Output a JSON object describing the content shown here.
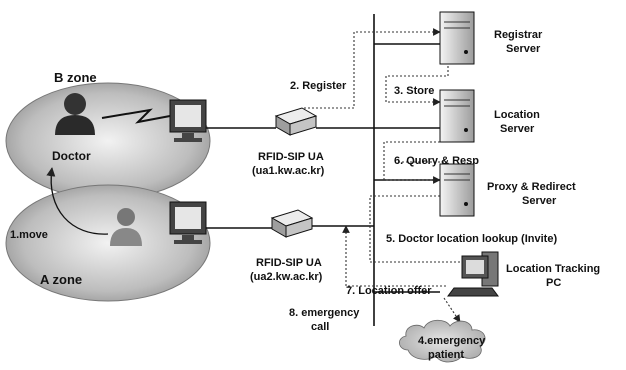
{
  "zones": {
    "b_zone": "B zone",
    "a_zone": "A zone"
  },
  "people": {
    "doctor": "Doctor"
  },
  "steps": {
    "move": "1.move",
    "register": "2. Register",
    "store": "3. Store",
    "lookup": "5. Doctor location lookup (Invite)",
    "query": "6. Query & Resp",
    "location_offer": "7.  Location offer",
    "emergency_call": [
      "8. emergency",
      "call"
    ]
  },
  "agents": {
    "ua1": [
      "RFID-SIP UA",
      "(ua1.kw.ac.kr)"
    ],
    "ua2": [
      "RFID-SIP UA",
      "(ua2.kw.ac.kr)"
    ]
  },
  "servers": {
    "registrar": [
      "Registrar",
      "Server"
    ],
    "location": [
      "Location",
      "Server"
    ],
    "proxy": [
      "Proxy & Redirect",
      "Server"
    ],
    "tracking": [
      "Location Tracking",
      "PC"
    ]
  },
  "patient": {
    "label": [
      "4.emergency",
      "patient"
    ]
  },
  "icons": [
    "person-icon",
    "monitor-icon",
    "router-icon",
    "server-icon",
    "desktop-pc-icon",
    "cloud-icon"
  ],
  "colors": {
    "zone_fill": "#c9c9c9",
    "device_fill": "#d0d0d0",
    "line": "#111111",
    "dashed": "#333333"
  }
}
